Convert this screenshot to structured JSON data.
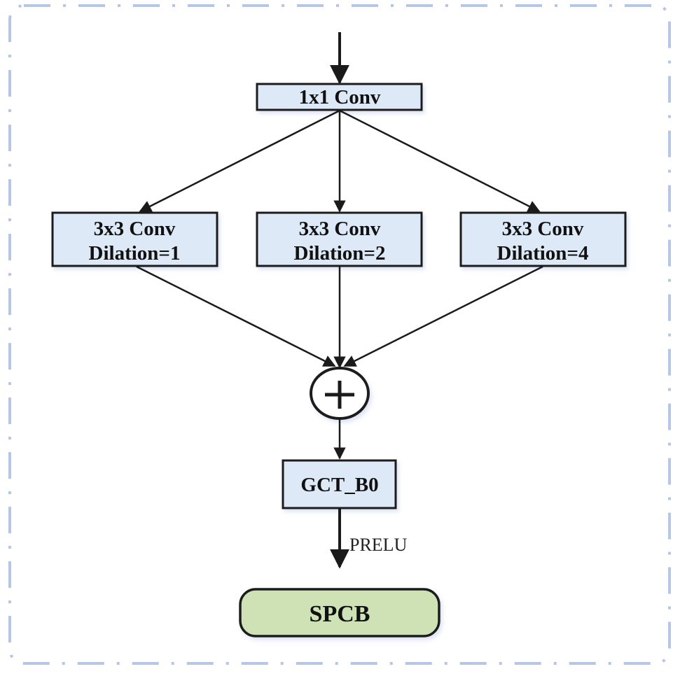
{
  "diagram": {
    "colors": {
      "border_dash": "#b5c6e6",
      "box_fill": "#dde9f6",
      "output_fill": "#cfe2b6",
      "stroke": "#1a1a1a"
    },
    "nodes": {
      "conv1x1": {
        "label": "1x1 Conv"
      },
      "branch1": {
        "line1": "3x3 Conv",
        "line2": "Dilation=1"
      },
      "branch2": {
        "line1": "3x3 Conv",
        "line2": "Dilation=2"
      },
      "branch3": {
        "line1": "3x3 Conv",
        "line2": "Dilation=4"
      },
      "sum": {
        "symbol": "+"
      },
      "gct": {
        "label": "GCT_B0"
      },
      "output": {
        "label": "SPCB"
      }
    },
    "edge_labels": {
      "activation": "PRELU"
    }
  }
}
